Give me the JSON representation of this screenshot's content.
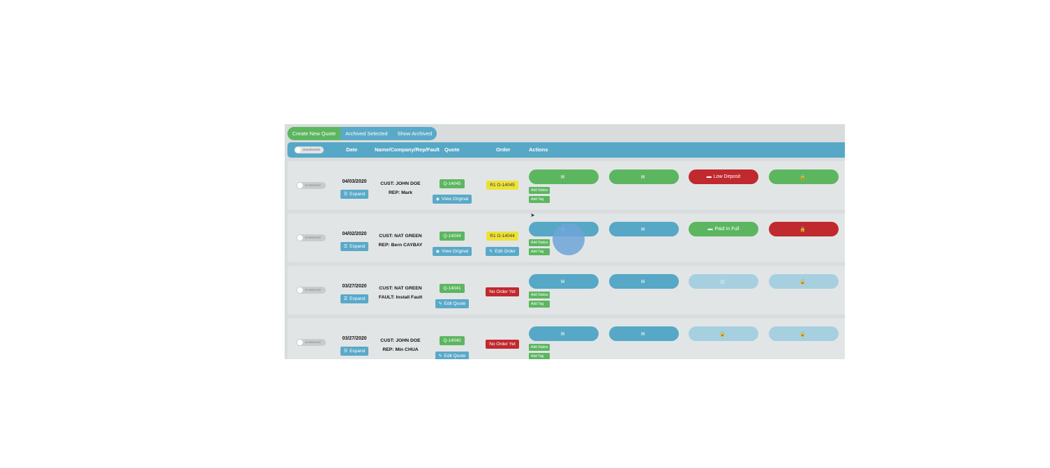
{
  "toolbar": {
    "create_new_quote": "Create New Quote",
    "archived_selected": "Archived Selected",
    "show_archived": "Show Archived"
  },
  "header": {
    "toggle_label": "Unselected",
    "date": "Date",
    "name": "Name/Company/Rep/Fault",
    "quote": "Quote",
    "order": "Order",
    "actions": "Actions"
  },
  "rows": [
    {
      "toggle_label": "Unselected",
      "date": "04/03/2020",
      "expand": "Expand",
      "line1": "CUST: JOHN DOE",
      "line2": "REP: Mark",
      "quote_no": "Q-14045",
      "quote_action": "View Original",
      "order": "R1 O-14045",
      "order_action": "",
      "pill3": "Low Deposit",
      "pill4": "",
      "add_status": "Add Status",
      "add_tag": "Add Tag"
    },
    {
      "toggle_label": "Unselected",
      "date": "04/02/2020",
      "expand": "Expand",
      "line1": "CUST: NAT GREEN",
      "line2": "REP: Bern CAYBAY",
      "quote_no": "Q-14044",
      "quote_action": "View Original",
      "order": "R1 O-14044",
      "order_action": "Edit Order",
      "pill3": "Paid In Full",
      "pill4": "",
      "add_status": "Add Status",
      "add_tag": "Add Tag"
    },
    {
      "toggle_label": "Unselected",
      "date": "03/27/2020",
      "expand": "Expand",
      "line1": "CUST: NAT GREEN",
      "line2": "FAULT: Install Fault",
      "quote_no": "Q-14041",
      "quote_action": "Edit Quote",
      "order": "No Order Yet",
      "order_action": "",
      "pill3": "",
      "pill4": "",
      "add_status": "Add Status",
      "add_tag": "Add Tag"
    },
    {
      "toggle_label": "Unselected",
      "date": "03/27/2020",
      "expand": "Expand",
      "line1": "CUST: JOHN DOE",
      "line2": "REP: Min CHUA",
      "quote_no": "Q-14040",
      "quote_action": "Edit Quote",
      "order": "No Order Yet",
      "order_action": "",
      "pill3": "",
      "pill4": "",
      "add_status": "Add Status",
      "add_tag": "Add Tag"
    }
  ],
  "icons": {
    "email": "envelope-icon",
    "deposit": "credit-card-icon",
    "lock": "lock-icon",
    "expand": "list-icon",
    "view": "eye-icon",
    "edit": "edit-icon"
  },
  "colors": {
    "green": "#5cb660",
    "blue": "#56a8c6",
    "red": "#c0292e",
    "yellow": "#ede237"
  }
}
